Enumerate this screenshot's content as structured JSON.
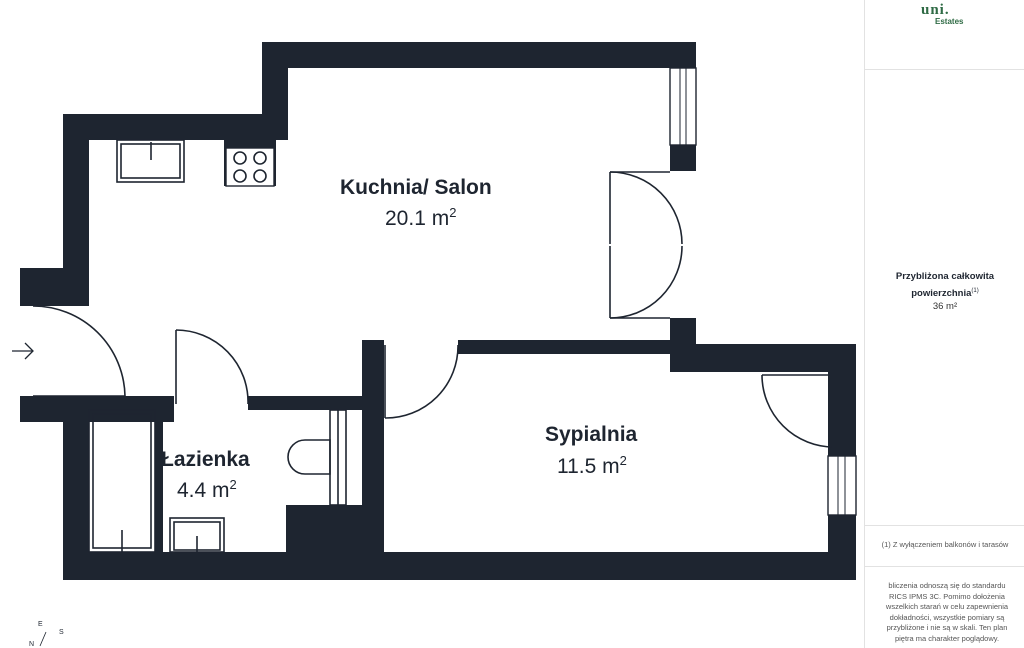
{
  "rooms": {
    "kitchen": {
      "name": "Kuchnia/ Salon",
      "area": "20.1 m",
      "unit_sup": "2"
    },
    "bedroom": {
      "name": "Sypialnia",
      "area": "11.5 m",
      "unit_sup": "2"
    },
    "bathroom": {
      "name": "Łazienka",
      "area": "4.4 m",
      "unit_sup": "2"
    }
  },
  "sidebar": {
    "logo_mark": "uni.",
    "logo_word": "Estates",
    "area_title_line1": "Przybliżona całkowita",
    "area_title_line2": "powierzchnia",
    "area_title_sup": "(1)",
    "area_value": "36 m²",
    "footnote": "(1) Z wyłączeniem balkonów i tarasów",
    "disclaimer": "bliczenia odnoszą się do standardu RICS IPMS 3C. Pomimo dołożenia wszelkich starań w celu zapewnienia dokładności, wszystkie pomiary są przybliżone i nie są w skali. Ten plan piętra ma charakter poglądowy."
  },
  "compass": {
    "e": "E",
    "s": "S",
    "n": "N"
  },
  "colors": {
    "wall": "#1e2530",
    "brand": "#2f6b45"
  }
}
